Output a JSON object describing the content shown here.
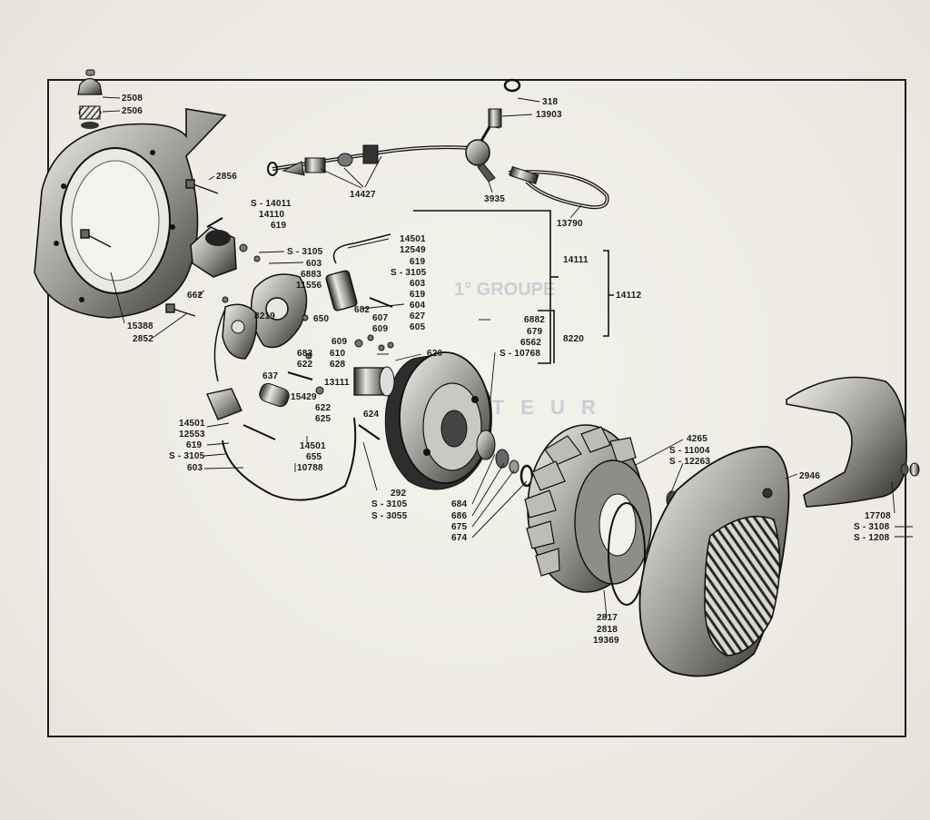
{
  "figure": {
    "watermark_top": "1° GROUPE",
    "watermark_mid": "M O T E U R",
    "labels": {
      "p2508": "2508",
      "p2506": "2506",
      "p318": "318",
      "p13903": "13903",
      "p2856": "2856",
      "p14427": "14427",
      "p3935": "3935",
      "p13790": "13790",
      "pS14011": "S - 14011",
      "p14110": "14110",
      "p619a": "619",
      "pS3105a": "S - 3105",
      "p603a": "603",
      "p6883": "6883",
      "p11556": "11556",
      "p662": "662",
      "p8219": "8219",
      "p650": "650",
      "p15388": "15388",
      "p2852": "2852",
      "p14501a": "14501",
      "p12549": "12549",
      "p619b": "619",
      "pS3105b": "S - 3105",
      "p603b": "603",
      "p619c": "619",
      "p604": "604",
      "p627": "627",
      "p605": "605",
      "p682": "682",
      "p607": "607",
      "p609a": "609",
      "p14111": "14111",
      "p14112": "14112",
      "p609b": "609",
      "p683": "683",
      "p610": "610",
      "p622a": "622",
      "p628": "628",
      "p637": "637",
      "p13111": "13111",
      "p15429": "15429",
      "p622b": "622",
      "p625": "625",
      "p6882": "6882",
      "p679": "679",
      "p6562": "6562",
      "pS10768": "S - 10768",
      "p8220": "8220",
      "p620": "620",
      "p624": "624",
      "p14501b": "14501",
      "p12553": "12553",
      "p619d": "619",
      "pS3105c": "S - 3105",
      "p603c": "603",
      "p14501c": "14501",
      "p655": "655",
      "p10788": "10788",
      "p292": "292",
      "pS3105d": "S - 3105",
      "pS3055": "S - 3055",
      "p684": "684",
      "p686": "686",
      "p675": "675",
      "p674": "674",
      "p4265": "4265",
      "pS11004": "S - 11004",
      "pS12263": "S - 12263",
      "p2946": "2946",
      "p17708": "17708",
      "pS3108": "S - 3108",
      "pS1208": "S - 1208",
      "p2817": "2817",
      "p2818": "2818",
      "p19369": "19369"
    }
  }
}
